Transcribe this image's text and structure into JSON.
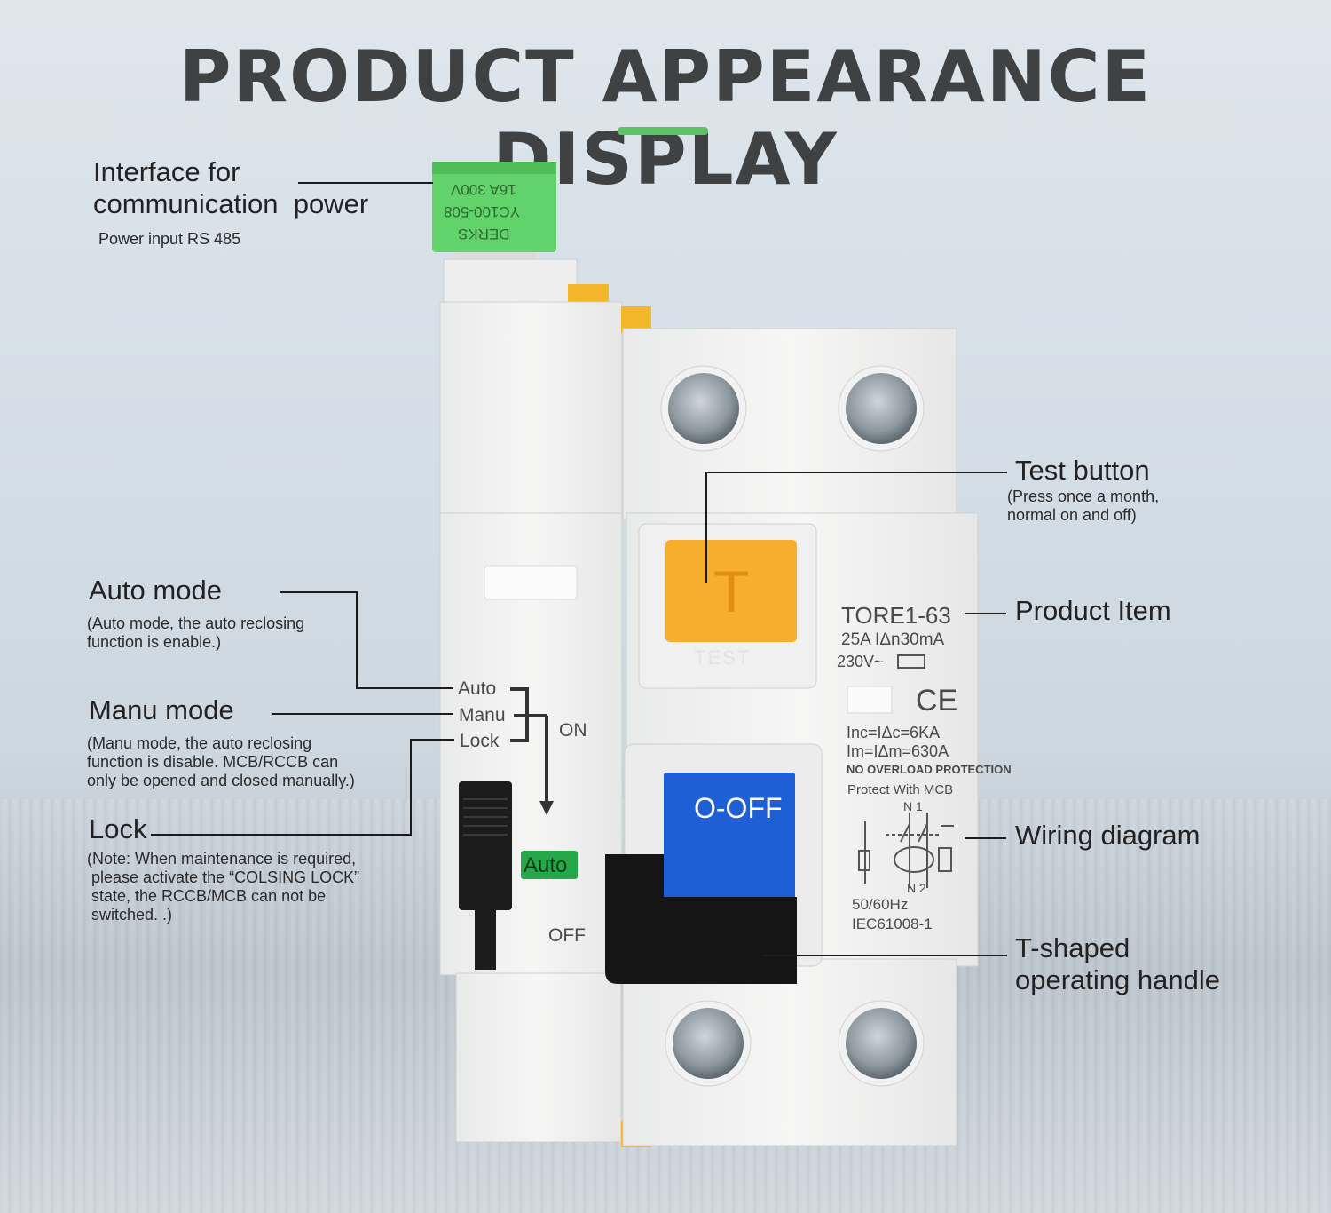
{
  "title": "PRODUCT APPEARANCE DISPLAY",
  "callouts": {
    "interface": {
      "label_line1": "Interface for",
      "label_line2": "communication  power",
      "sub": "Power input RS 485"
    },
    "test_button": {
      "label": "Test button",
      "sub": "(Press once a month,\nnormal on and off)"
    },
    "product_item": {
      "label": "Product Item"
    },
    "auto_mode": {
      "label": "Auto mode",
      "sub": "(Auto mode, the auto reclosing\nfunction is enable.)"
    },
    "manu_mode": {
      "label": "Manu mode",
      "sub": "(Manu mode, the auto reclosing\nfunction is disable. MCB/RCCB can\nonly be opened and closed manually.)"
    },
    "lock": {
      "label": "Lock",
      "sub": "(Note: When maintenance is required,\n please activate the “COLSING LOCK”\n state, the RCCB/MCB can not be\n switched. .)"
    },
    "wiring_diagram": {
      "label": "Wiring diagram"
    },
    "handle": {
      "label_line1": "T-shaped",
      "label_line2": "operating handle"
    }
  },
  "device": {
    "connector_text": [
      "16A 300V",
      "YC100-508",
      "DERKS"
    ],
    "switch_labels": {
      "auto": "Auto",
      "manu": "Manu",
      "lock": "Lock",
      "on": "ON",
      "off": "OFF",
      "auto_tag": "Auto"
    },
    "test_key": "T",
    "test_caption": "TEST",
    "handle_text": "O-OFF",
    "spec": {
      "model": "TORE1-63",
      "rating": "25A IΔn30mA",
      "voltage": "230V~",
      "ce": "CE",
      "inc": "Inc=IΔc=6KA",
      "im": "Im=IΔm=630A",
      "no_overload": "NO OVERLOAD PROTECTION",
      "protect": "Protect With MCB",
      "n1": "N 1",
      "n2": "N 2",
      "freq": "50/60Hz",
      "standard": "IEC61008-1"
    }
  },
  "colors": {
    "accent_green": "#5cc466",
    "test_orange": "#f7ad2e",
    "handle_blue": "#1f5fd6",
    "connector_green": "#62d36b"
  }
}
